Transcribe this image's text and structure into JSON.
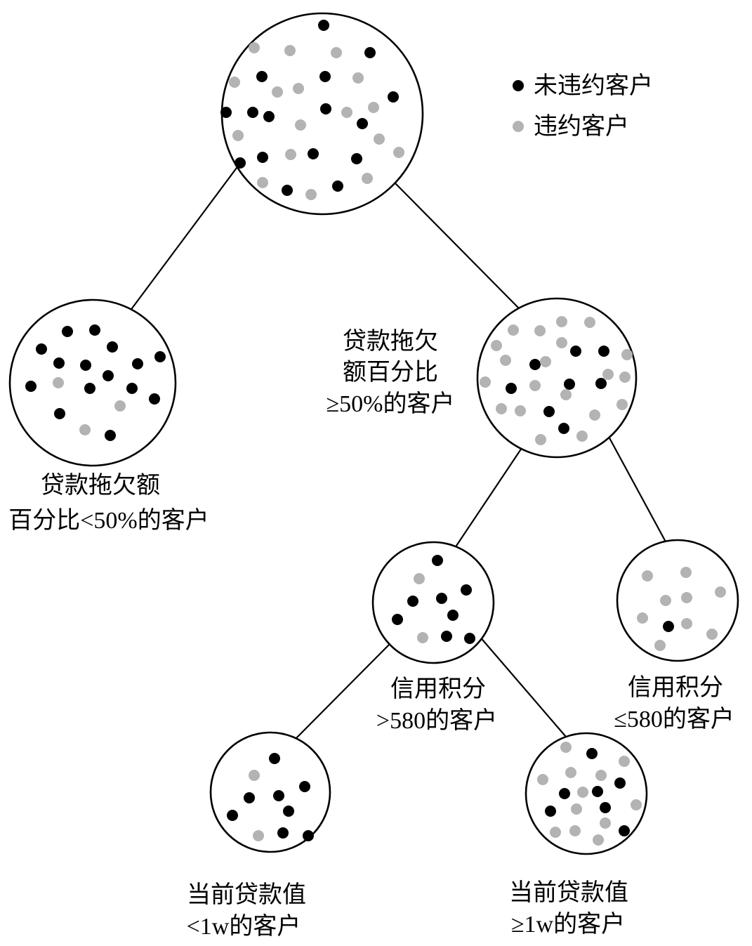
{
  "legend": {
    "non_default": {
      "label": "未违约客户",
      "color": "#000000",
      "icon": "black-dot"
    },
    "default": {
      "label": "违约客户",
      "color": "#b3b3b3",
      "icon": "gray-dot"
    }
  },
  "nodes": {
    "root": {},
    "loan_arrears_low": {
      "label": [
        "贷款拖欠额",
        "百分比<50%的客户"
      ]
    },
    "loan_arrears_high": {
      "label": [
        "贷款拖欠",
        "额百分比",
        "≥50%的客户"
      ]
    },
    "credit_high": {
      "label": [
        "信用积分",
        ">580的客户"
      ]
    },
    "credit_low": {
      "label": [
        "信用积分",
        "≤580的客户"
      ]
    },
    "current_loan_low": {
      "label": [
        "当前贷款值",
        "<1w的客户"
      ]
    },
    "current_loan_high": {
      "label": [
        "当前贷款值",
        "≥1w的客户"
      ]
    }
  },
  "colors": {
    "stroke": "#000000",
    "background": "#ffffff"
  }
}
